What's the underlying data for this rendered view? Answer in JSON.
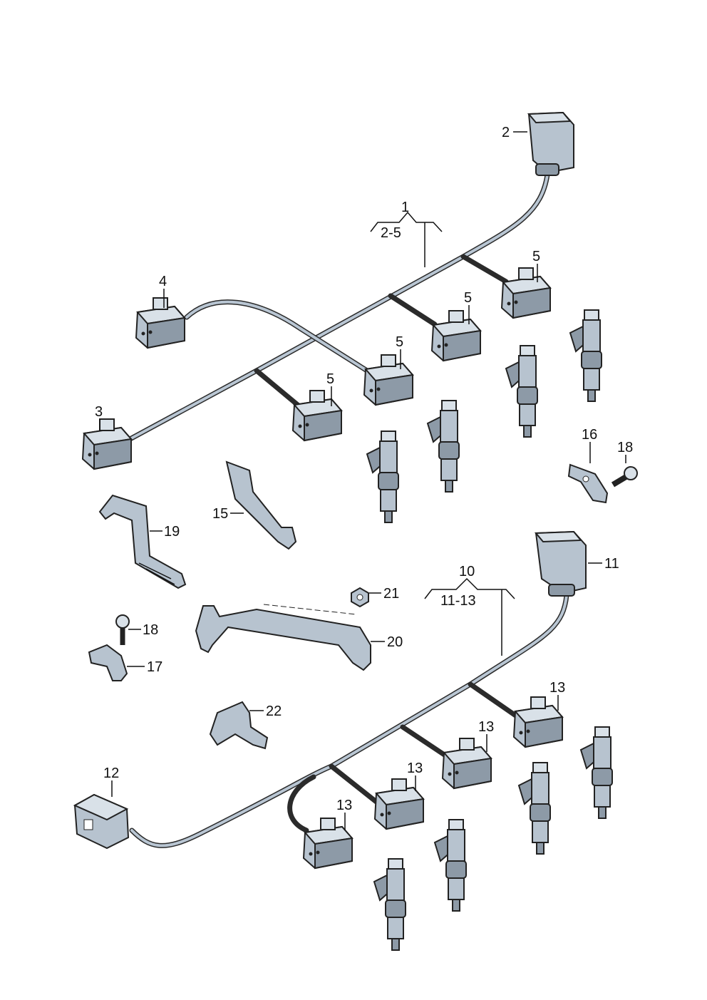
{
  "labels": {
    "l1": "1",
    "l2_5": "2-5",
    "l2": "2",
    "l3": "3",
    "l4": "4",
    "l5a": "5",
    "l5b": "5",
    "l5c": "5",
    "l5d": "5",
    "l10": "10",
    "l11_13": "11-13",
    "l11": "11",
    "l12": "12",
    "l13a": "13",
    "l13b": "13",
    "l13c": "13",
    "l13d": "13",
    "l15": "15",
    "l16": "16",
    "l17": "17",
    "l18a": "18",
    "l18b": "18",
    "l19": "19",
    "l20": "20",
    "l21": "21",
    "l22": "22"
  },
  "colors": {
    "part": "#b7c3cf",
    "part_dark": "#8d9aa7",
    "outline": "#222222"
  }
}
